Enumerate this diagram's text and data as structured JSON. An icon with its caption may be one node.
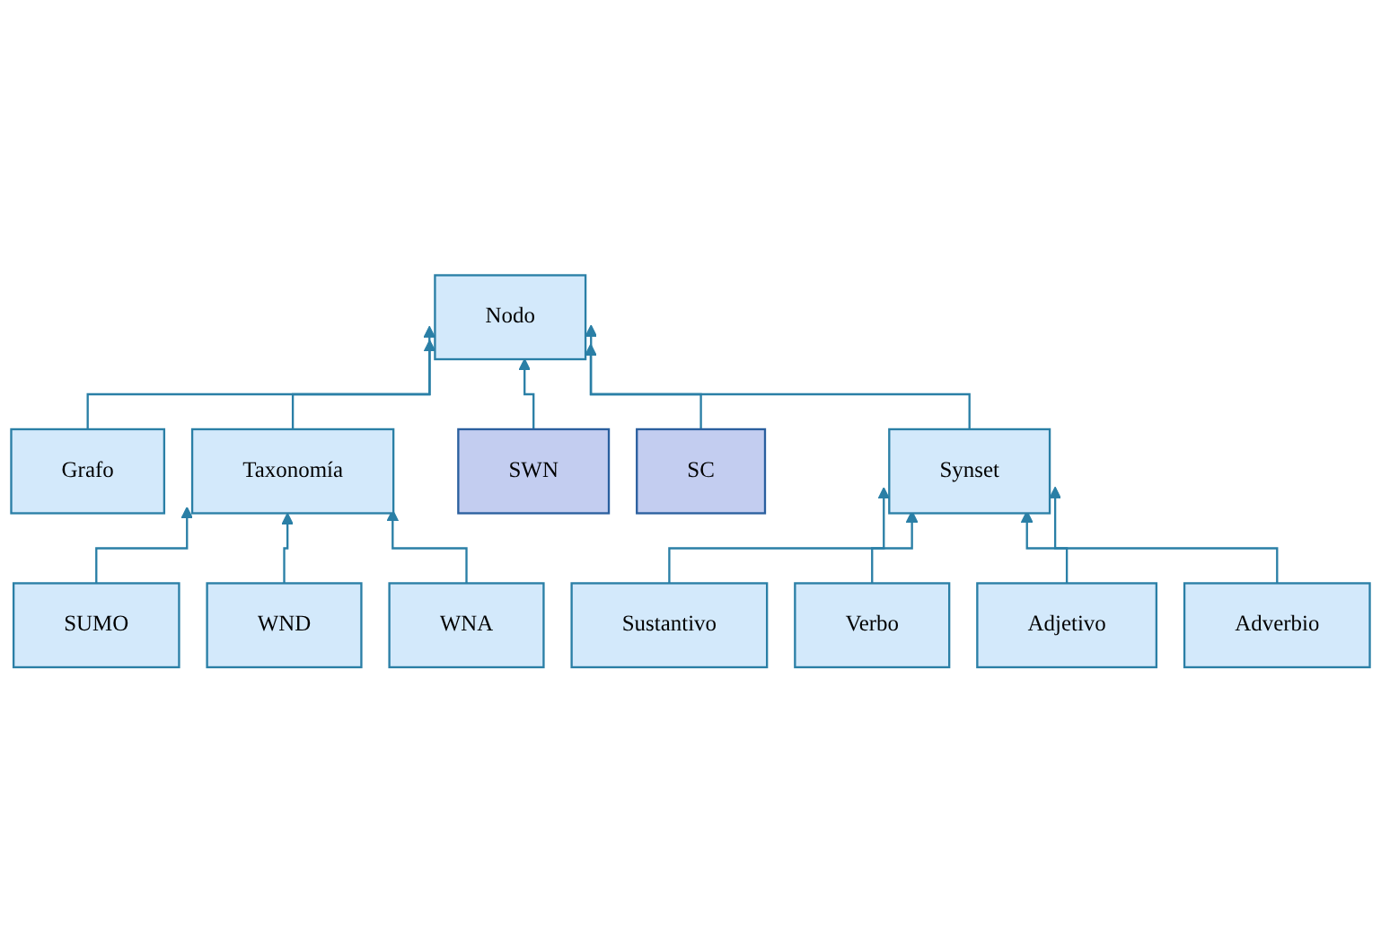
{
  "diagram": {
    "nodes": [
      {
        "text": [
          "Nodo"
        ]
      },
      {
        "text": [
          "Grafo"
        ]
      },
      {
        "text": [
          "Taxonomía"
        ]
      },
      {
        "text": [
          "SWN"
        ]
      },
      {
        "text": [
          "SC"
        ]
      },
      {
        "text": [
          "Synset"
        ]
      },
      {
        "text": [
          "SUMO"
        ]
      },
      {
        "text": [
          "WND"
        ]
      },
      {
        "text": [
          "WNA"
        ]
      },
      {
        "text": [
          "Sustantivo"
        ]
      },
      {
        "text": [
          "Verbo"
        ]
      },
      {
        "text": [
          "Adjetivo"
        ]
      },
      {
        "text": [
          "Adverbio"
        ]
      }
    ],
    "edges": [
      {
        "from": 1,
        "to": 0,
        "arrow": "to"
      },
      {
        "from": 2,
        "to": 0,
        "arrow": "to"
      },
      {
        "from": 3,
        "to": 0,
        "arrow": "to"
      },
      {
        "from": 4,
        "to": 0,
        "arrow": "to"
      },
      {
        "from": 5,
        "to": 0,
        "arrow": "to"
      },
      {
        "from": 6,
        "to": 2,
        "arrow": "to"
      },
      {
        "from": 7,
        "to": 2,
        "arrow": "to"
      },
      {
        "from": 8,
        "to": 2,
        "arrow": "to"
      },
      {
        "from": 9,
        "to": 5,
        "arrow": "to"
      },
      {
        "from": 10,
        "to": 5,
        "arrow": "to"
      },
      {
        "from": 11,
        "to": 5,
        "arrow": "to"
      },
      {
        "from": 12,
        "to": 5,
        "arrow": "to"
      }
    ]
  }
}
